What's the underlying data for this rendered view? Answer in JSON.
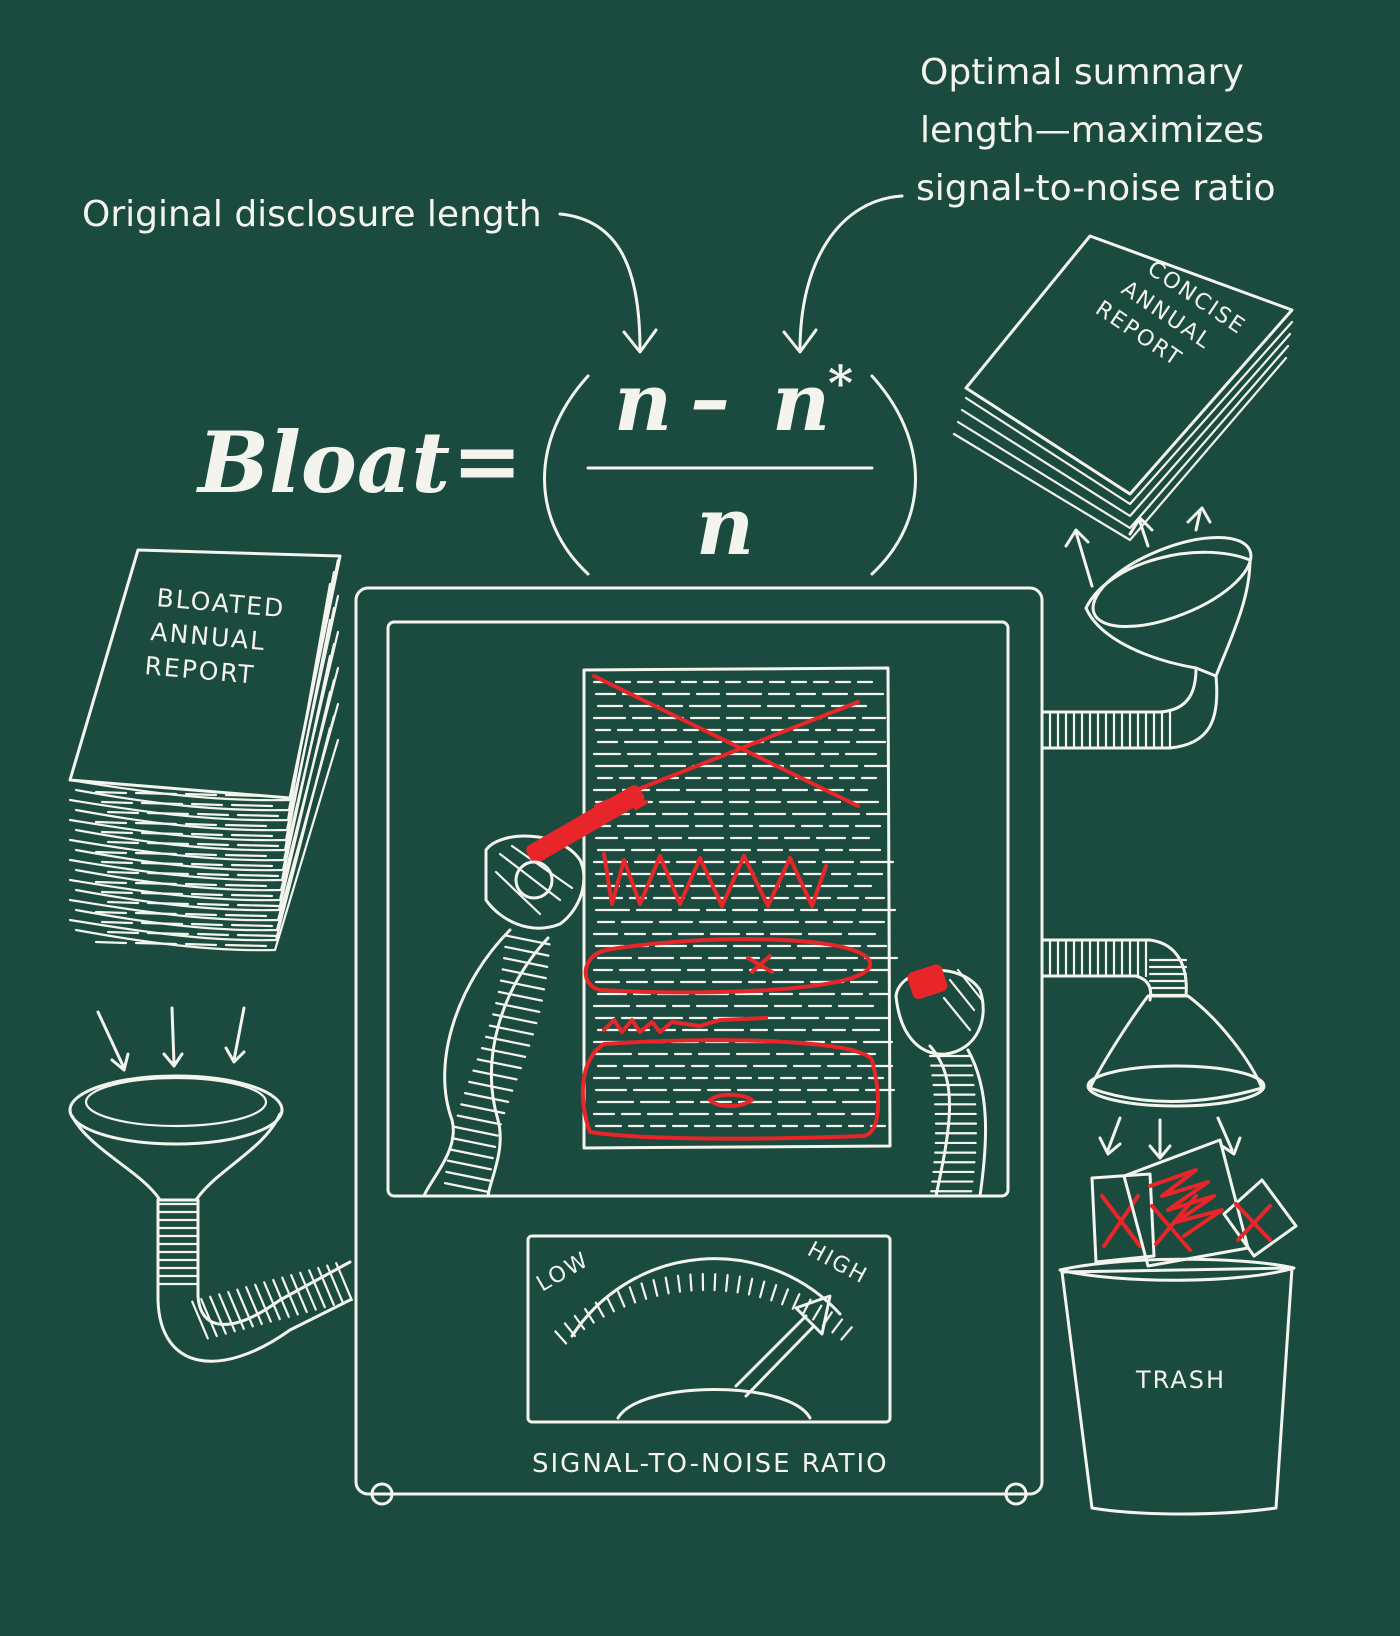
{
  "annotations": {
    "original_length": "Original disclosure length",
    "optimal_line1": "Optimal summary",
    "optimal_line2": "length—maximizes",
    "optimal_line3": "signal-to-noise ratio"
  },
  "formula": {
    "lhs": "Bloat",
    "equals": "=",
    "numerator_n": "n",
    "minus": "–",
    "numerator_nstar": "n",
    "star": "*",
    "denominator": "n"
  },
  "bloated_report": {
    "line1": "BLOATED",
    "line2": "ANNUAL",
    "line3": "REPORT"
  },
  "concise_report": {
    "line1": "CONCISE",
    "line2": "ANNUAL",
    "line3": "REPORT"
  },
  "meter": {
    "low": "LOW",
    "high": "HIGH",
    "caption": "SIGNAL-TO-NOISE RATIO"
  },
  "trash": {
    "label": "TRASH"
  },
  "colors": {
    "background": "#1b4a3e",
    "chalk": "#f4f4ee",
    "marker": "#e8262a"
  }
}
